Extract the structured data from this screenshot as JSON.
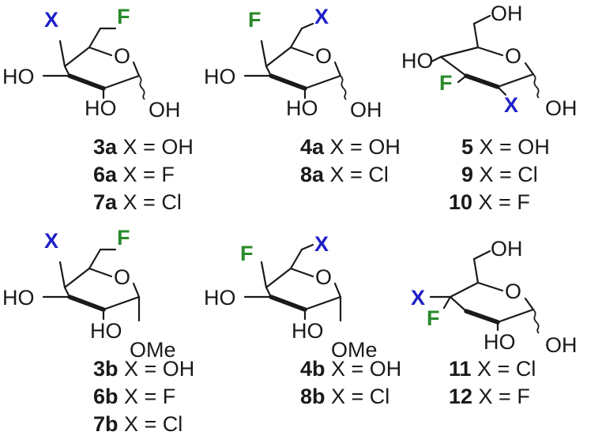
{
  "colors": {
    "x_substituent": "#1f1fc8",
    "fluorine": "#2a8a2a",
    "bond": "#1a1a1a"
  },
  "atoms": {
    "x": "X",
    "f": "F",
    "o": "O",
    "ho": "HO",
    "oh": "OH",
    "ome": "OMe"
  },
  "compounds": [
    {
      "labels": [
        {
          "num": "3a",
          "text": " X = OH"
        },
        {
          "num": "6a",
          "text": " X = F"
        },
        {
          "num": "7a",
          "text": " X = Cl"
        }
      ]
    },
    {
      "labels": [
        {
          "num": "4a",
          "text": " X = OH"
        },
        {
          "num": "8a",
          "text": " X = Cl"
        }
      ]
    },
    {
      "labels": [
        {
          "num": "5",
          "text": " X = OH"
        },
        {
          "num": "9",
          "text": " X = Cl"
        },
        {
          "num": "10",
          "text": " X = F"
        }
      ]
    },
    {
      "labels": [
        {
          "num": "3b",
          "text": " X = OH"
        },
        {
          "num": "6b",
          "text": " X = F"
        },
        {
          "num": "7b",
          "text": " X = Cl"
        }
      ]
    },
    {
      "labels": [
        {
          "num": "4b",
          "text": " X = OH"
        },
        {
          "num": "8b",
          "text": " X = Cl"
        }
      ]
    },
    {
      "labels": [
        {
          "num": "11",
          "text": " X = Cl"
        },
        {
          "num": "12",
          "text": " X = F"
        }
      ]
    }
  ]
}
